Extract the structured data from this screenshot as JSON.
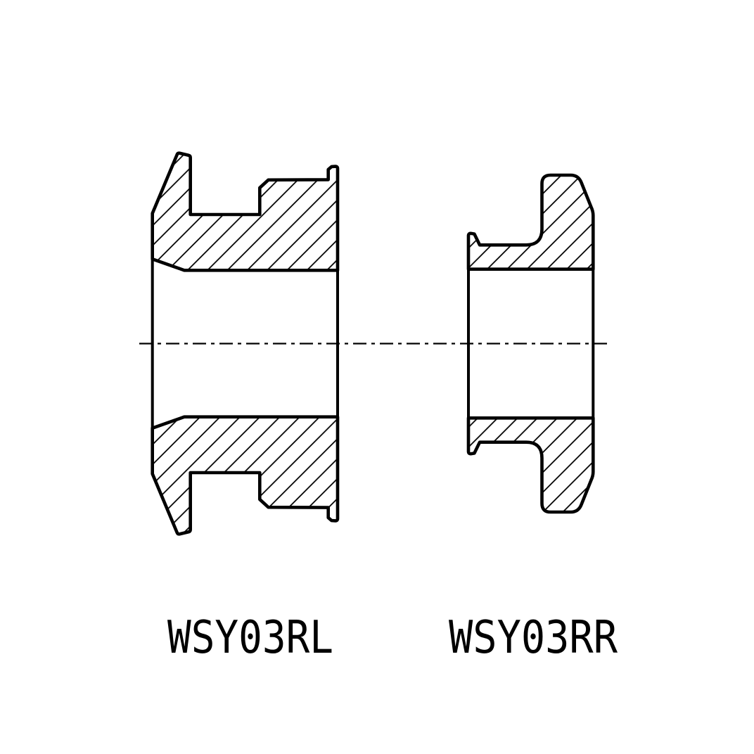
{
  "drawing": {
    "background_color": "#ffffff",
    "line_color": "#000000",
    "centerline_style": "dash-dot",
    "parts": [
      {
        "id": "left",
        "label": "WSY03RL"
      },
      {
        "id": "right",
        "label": "WSY03RR"
      }
    ]
  }
}
